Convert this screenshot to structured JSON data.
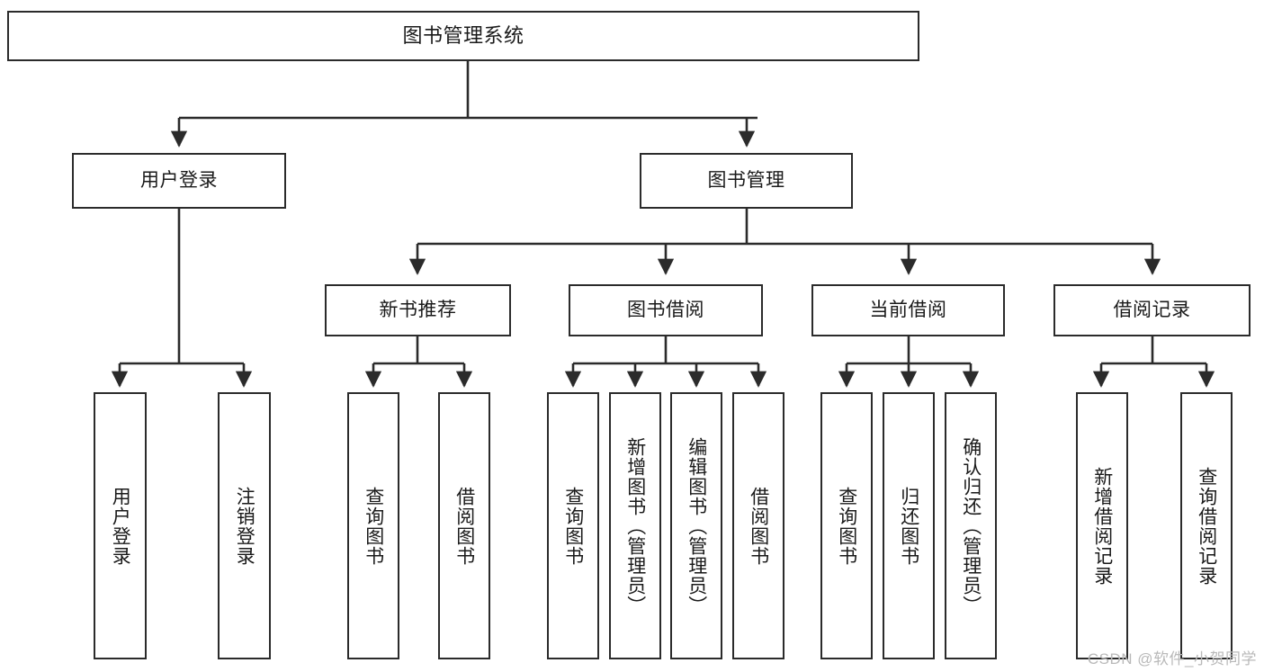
{
  "diagram": {
    "type": "tree",
    "title": "图书管理系统",
    "watermark": "CSDN @软件_小贺同学",
    "colors": {
      "border": "#2b2b2b",
      "background": "#ffffff",
      "text": "#1a1a1a",
      "watermark": "#b9b9b9"
    },
    "levels": {
      "level1": [
        {
          "id": "root",
          "label": "图书管理系统"
        }
      ],
      "level2": [
        {
          "id": "user-login",
          "label": "用户登录",
          "parent": "root"
        },
        {
          "id": "book-admin",
          "label": "图书管理",
          "parent": "root"
        }
      ],
      "level3": [
        {
          "id": "new-book-rec",
          "label": "新书推荐",
          "parent": "book-admin"
        },
        {
          "id": "book-borrow",
          "label": "图书借阅",
          "parent": "book-admin"
        },
        {
          "id": "current-borrow",
          "label": "当前借阅",
          "parent": "book-admin"
        },
        {
          "id": "borrow-record",
          "label": "借阅记录",
          "parent": "book-admin"
        }
      ],
      "leaves": [
        {
          "id": "leaf-user-login",
          "label": "用户登录",
          "parent": "user-login"
        },
        {
          "id": "leaf-logout",
          "label": "注销登录",
          "parent": "user-login"
        },
        {
          "id": "leaf-query-book-1",
          "label": "查询图书",
          "parent": "new-book-rec"
        },
        {
          "id": "leaf-borrow-book-1",
          "label": "借阅图书",
          "parent": "new-book-rec"
        },
        {
          "id": "leaf-query-book-2",
          "label": "查询图书",
          "parent": "book-borrow"
        },
        {
          "id": "leaf-add-book",
          "label": "新增图书（管理员）",
          "parent": "book-borrow"
        },
        {
          "id": "leaf-edit-book",
          "label": "编辑图书（管理员）",
          "parent": "book-borrow"
        },
        {
          "id": "leaf-borrow-book-2",
          "label": "借阅图书",
          "parent": "book-borrow"
        },
        {
          "id": "leaf-query-book-3",
          "label": "查询图书",
          "parent": "current-borrow"
        },
        {
          "id": "leaf-return-book",
          "label": "归还图书",
          "parent": "current-borrow"
        },
        {
          "id": "leaf-confirm-return",
          "label": "确认归还（管理员）",
          "parent": "current-borrow"
        },
        {
          "id": "leaf-add-record",
          "label": "新增借阅记录",
          "parent": "borrow-record"
        },
        {
          "id": "leaf-query-record",
          "label": "查询借阅记录",
          "parent": "borrow-record"
        }
      ]
    }
  }
}
